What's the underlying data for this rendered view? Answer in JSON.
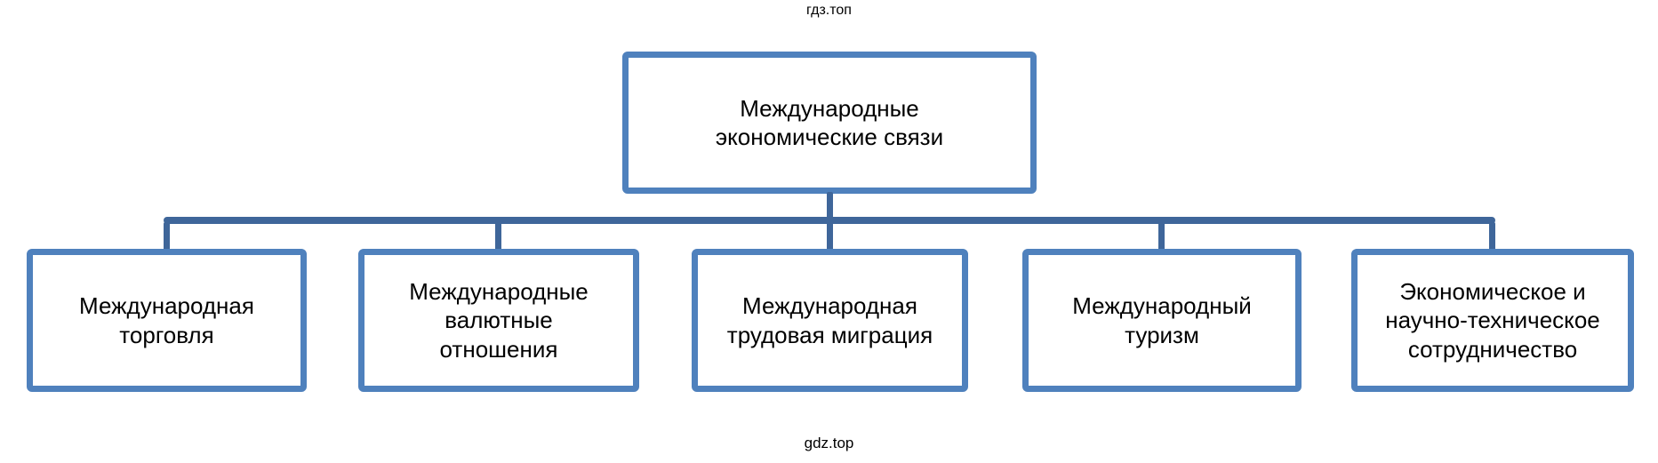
{
  "watermarks": {
    "top": "гдз.топ",
    "bottom": "gdz.top"
  },
  "colors": {
    "box_border": "#4f81bd",
    "connector": "#3f669a",
    "box_fill": "#ffffff",
    "text": "#000000"
  },
  "diagram": {
    "type": "tree",
    "root": {
      "label": "Международные\nэкономические связи"
    },
    "children": [
      {
        "label": "Международная\nторговля"
      },
      {
        "label": "Международные\nвалютные\nотношения"
      },
      {
        "label": "Международная\nтрудовая миграция"
      },
      {
        "label": "Международный\nтуризм"
      },
      {
        "label": "Экономическое и\nнаучно-техническое\nсотрудничество"
      }
    ]
  }
}
